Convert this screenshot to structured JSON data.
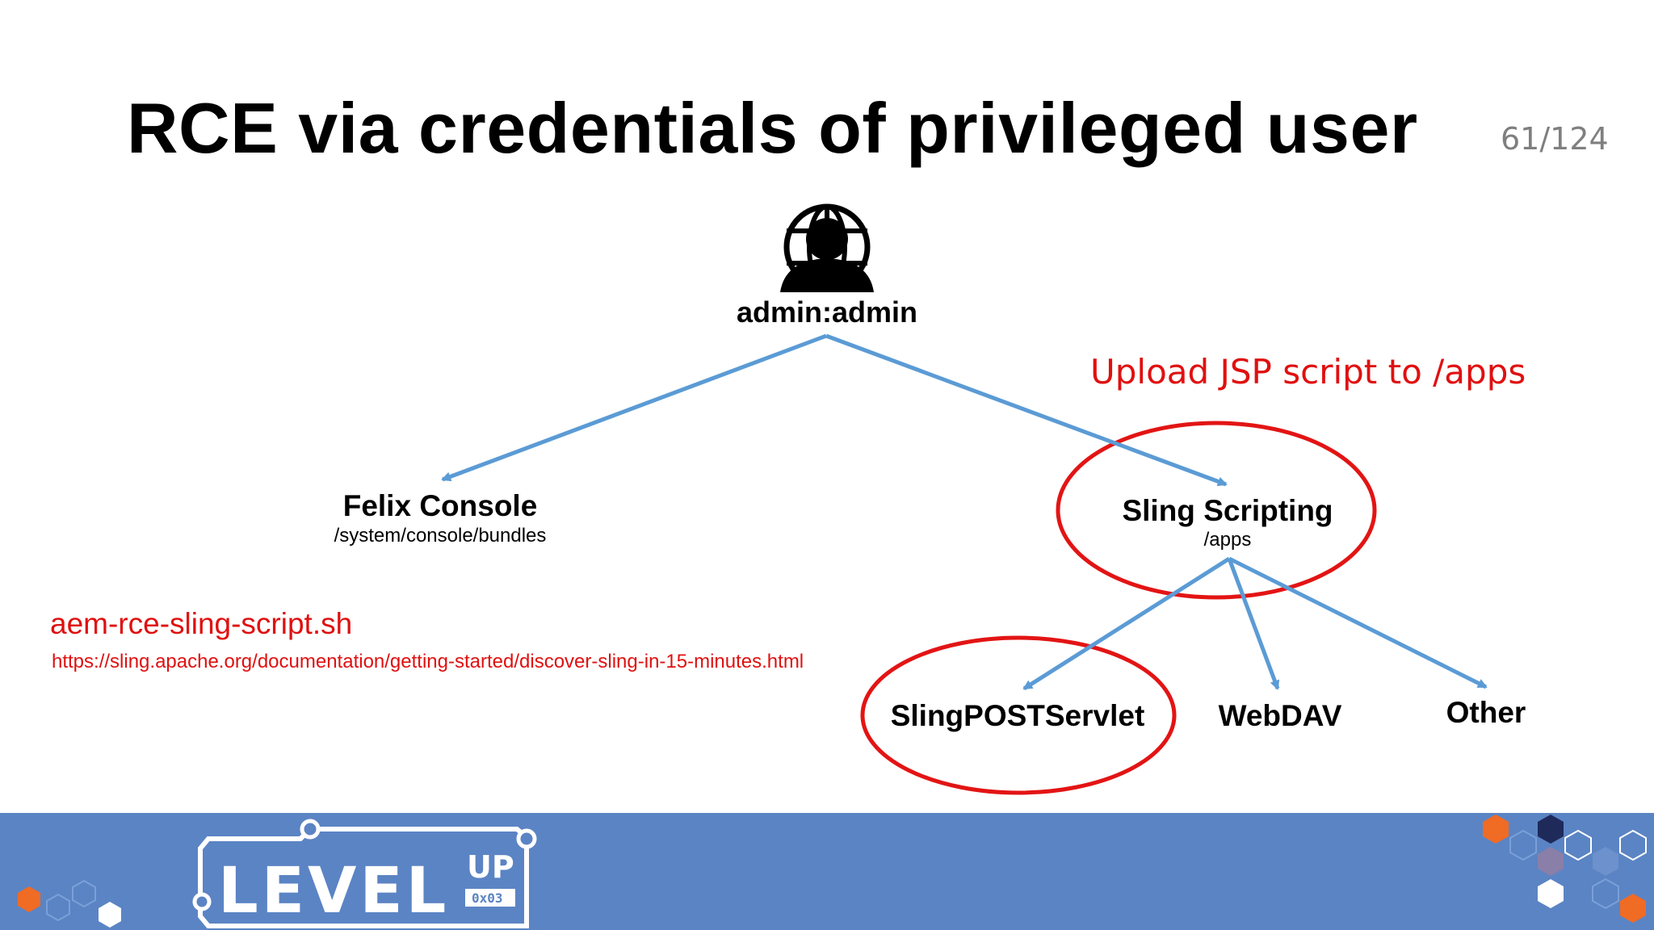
{
  "slide": {
    "title": "RCE via credentials of privileged user",
    "page_number": "61/124"
  },
  "diagram": {
    "root": {
      "label": "admin:admin",
      "icon": "globe-user-icon"
    },
    "felix": {
      "label": "Felix Console",
      "path": "/system/console/bundles"
    },
    "sling": {
      "label": "Sling Scripting",
      "path": "/apps"
    },
    "upload_note": "Upload JSP script to /apps",
    "children": {
      "post_servlet": "SlingPOSTServlet",
      "webdav": "WebDAV",
      "other": "Other"
    },
    "script_name": "aem-rce-sling-script.sh",
    "reference_url": "https://sling.apache.org/documentation/getting-started/discover-sling-in-15-minutes.html",
    "colors": {
      "arrow": "#5b9bd5",
      "highlight": "#e31414",
      "footer": "#5b84c4"
    }
  },
  "footer": {
    "logo_text": "LEVEL",
    "logo_superscript": "UP",
    "logo_tag": "0x03"
  }
}
